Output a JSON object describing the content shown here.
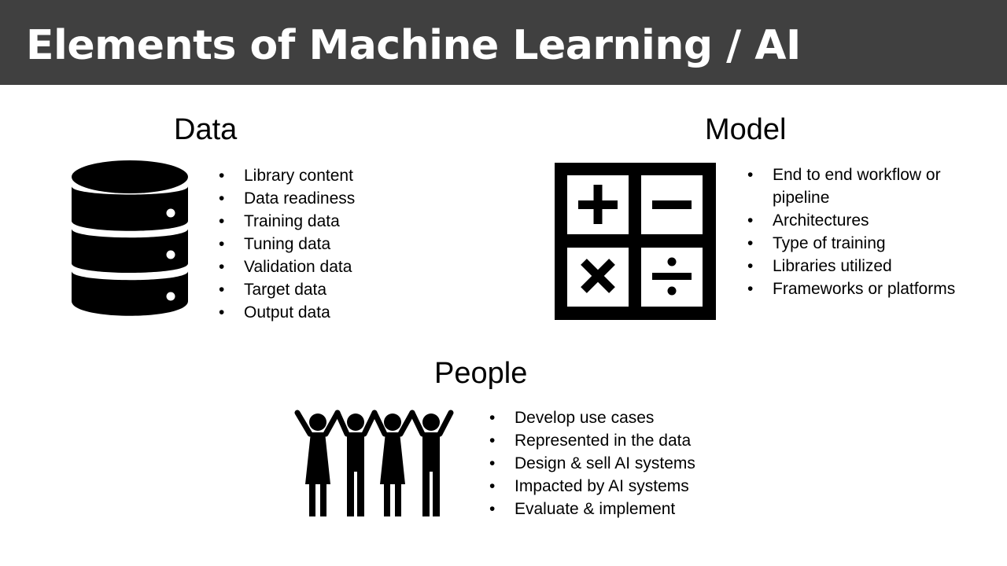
{
  "title": "Elements of Machine Learning / AI",
  "sections": {
    "data": {
      "heading": "Data",
      "icon": "database-icon",
      "items": [
        "Library content",
        "Data readiness",
        "Training data",
        "Tuning data",
        "Validation data",
        "Target data",
        "Output data"
      ]
    },
    "model": {
      "heading": "Model",
      "icon": "calculator-icon",
      "items": [
        "End to end workflow or pipeline",
        "Architectures",
        "Type of training",
        "Libraries utilized",
        "Frameworks or platforms"
      ]
    },
    "people": {
      "heading": "People",
      "icon": "people-group-icon",
      "items": [
        "Develop use cases",
        "Represented in the data",
        "Design & sell AI systems",
        "Impacted by AI systems",
        "Evaluate & implement"
      ]
    }
  },
  "colors": {
    "title_bar": "#404040",
    "title_text": "#ffffff",
    "icon": "#000000"
  }
}
